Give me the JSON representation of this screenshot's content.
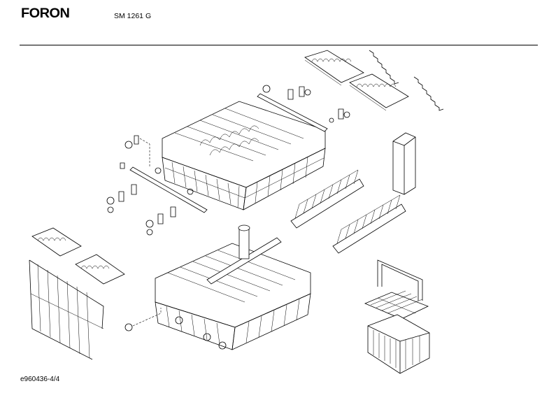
{
  "header": {
    "brand": "FORON",
    "model": "SM 1261 G"
  },
  "footer": {
    "drawing_number": "e960436-4/4"
  }
}
